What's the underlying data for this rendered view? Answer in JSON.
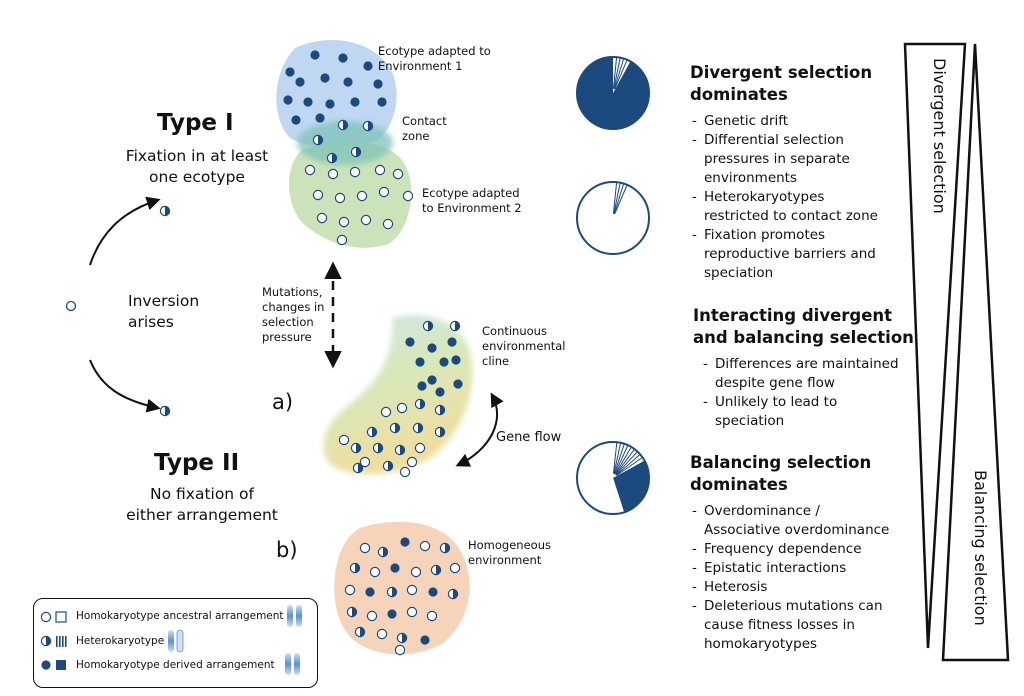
{
  "type1": {
    "title": "Type I",
    "subtitle_lines": [
      "Fixation in at least",
      "one ecotype"
    ]
  },
  "type2": {
    "title": "Type II",
    "subtitle_lines": [
      "No fixation of",
      "either arrangement"
    ]
  },
  "inversion_lines": [
    "Inversion",
    "arises"
  ],
  "mutation_lines": [
    "Mutations,",
    "changes in",
    "selection",
    "pressure"
  ],
  "panel_a": "a)",
  "panel_b": "b)",
  "ecotype1_lines": [
    "Ecotype adapted to",
    "Environment 1"
  ],
  "contact_lines": [
    "Contact",
    "zone"
  ],
  "ecotype2_lines": [
    "Ecotype adapted",
    "to Environment 2"
  ],
  "cline_lines": [
    "Continuous",
    "environmental",
    "cline"
  ],
  "gene_flow": "Gene flow",
  "homog_lines": [
    "Homogeneous",
    "environment"
  ],
  "sections": [
    {
      "heading_lines": [
        "Divergent selection",
        "dominates"
      ],
      "bullets": [
        [
          "Genetic drift"
        ],
        [
          "Differential selection",
          "pressures in separate",
          "environments"
        ],
        [
          "Heterokaryotypes",
          "restricted to contact zone"
        ],
        [
          "Fixation promotes",
          "reproductive barriers and",
          "speciation"
        ]
      ]
    },
    {
      "heading_lines": [
        "Interacting divergent",
        "and balancing selection"
      ],
      "bullets": [
        [
          "Differences are maintained",
          "despite gene flow"
        ],
        [
          "Unlikely to lead to",
          "speciation"
        ]
      ]
    },
    {
      "heading_lines": [
        "Balancing selection",
        "dominates"
      ],
      "bullets": [
        [
          "Overdominance /",
          "Associative overdominance"
        ],
        [
          "Frequency dependence"
        ],
        [
          "Epistatic interactions"
        ],
        [
          "Heterosis"
        ],
        [
          "Deleterious mutations can",
          "cause fitness losses in",
          "homokaryotypes"
        ]
      ]
    }
  ],
  "gradient_labels": {
    "divergent": "Divergent selection",
    "balancing": "Balancing selection"
  },
  "legend": [
    "Homokaryotype ancestral arrangement",
    "Heterokaryotype",
    "Homokaryotype derived arrangement"
  ],
  "pies": [
    {
      "derived": 0.92,
      "hetero": 0.08,
      "ancestral": 0.0
    },
    {
      "derived": 0.0,
      "hetero": 0.08,
      "ancestral": 0.92
    },
    {
      "derived": 0.28,
      "hetero": 0.17,
      "ancestral": 0.55
    }
  ],
  "colors": {
    "navy": "#1d4a7e",
    "env1": "#b8d3ef",
    "env2": "#c5e0b0",
    "contact": "#7ec3b8",
    "cline_top": "#c8e6ee",
    "cline_mid": "#d6e7b6",
    "cline_bottom": "#f1dc98",
    "homog": "#f4cfb3"
  }
}
